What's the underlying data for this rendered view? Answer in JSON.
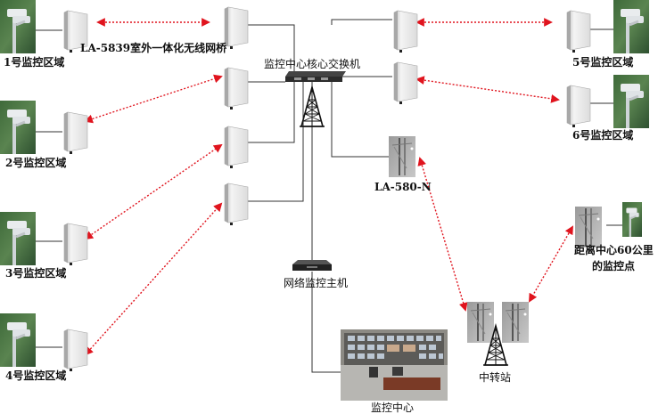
{
  "title": "无线网桥视频监控系统拓扑图",
  "labels": {
    "bridge_model": "LA-5839室外一体化无线网桥",
    "core_switch": "监控中心核心交换机",
    "area1": "1号监控区域",
    "area2": "2号监控区域",
    "area3": "3号监控区域",
    "area4": "4号监控区域",
    "area5": "5号监控区域",
    "area6": "6号监控区域",
    "long_range_model": "LA-580-N",
    "remote_point_line1": "距离中心60公里",
    "remote_point_line2": "的监控点",
    "nvr": "网络监控主机",
    "relay": "中转站",
    "control_center": "监控中心"
  },
  "colors": {
    "link": "#e0141e",
    "wire": "#333333"
  }
}
